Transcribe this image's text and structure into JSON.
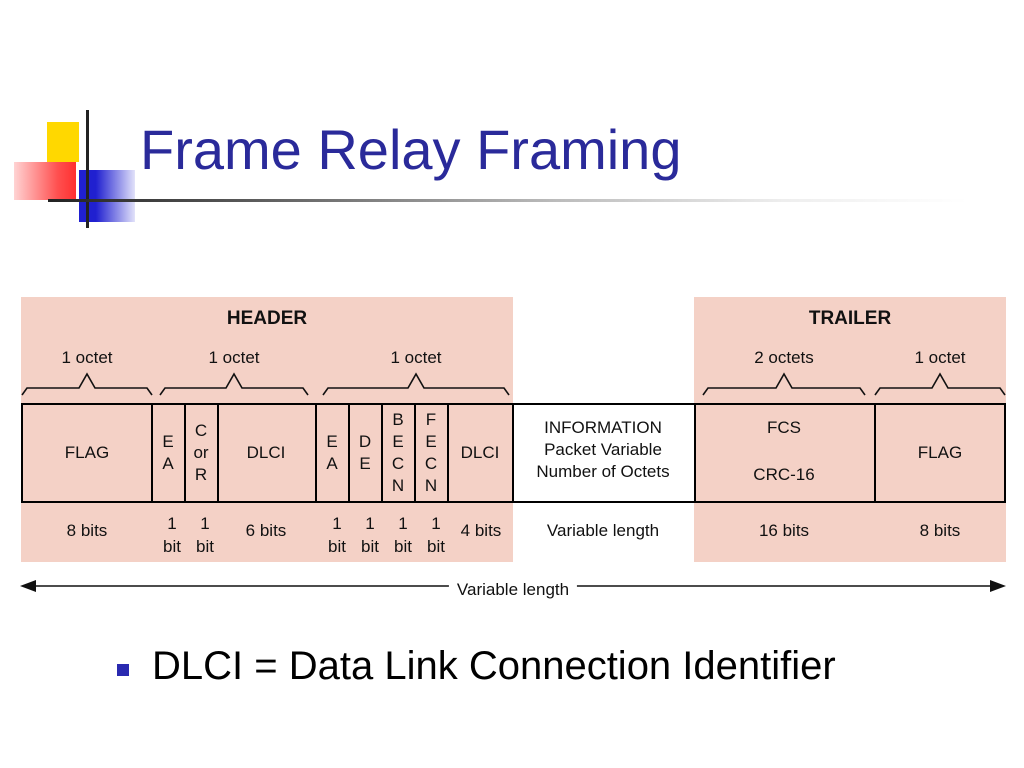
{
  "slide": {
    "title": "Frame Relay Framing",
    "bullet": "DLCI = Data Link Connection Identifier"
  },
  "diagram": {
    "header_label": "HEADER",
    "trailer_label": "TRAILER",
    "octets": [
      "1 octet",
      "1 octet",
      "1 octet",
      "2 octets",
      "1 octet"
    ],
    "fields": {
      "flag_start": "FLAG",
      "ea1": [
        "E",
        "A"
      ],
      "cr": [
        "C",
        "or",
        "R"
      ],
      "dlci1": "DLCI",
      "ea2": [
        "E",
        "A"
      ],
      "de": [
        "D",
        "E"
      ],
      "becn": [
        "B",
        "E",
        "C",
        "N"
      ],
      "fecn": [
        "F",
        "E",
        "C",
        "N"
      ],
      "dlci2": "DLCI",
      "info": [
        "INFORMATION",
        "Packet Variable",
        "Number of Octets"
      ],
      "fcs": "FCS",
      "crc": "CRC-16",
      "flag_end": "FLAG"
    },
    "bits": {
      "flag_start": "8 bits",
      "ea1": [
        "1",
        "bit"
      ],
      "cr": [
        "1",
        "bit"
      ],
      "dlci1": "6 bits",
      "ea2": [
        "1",
        "bit"
      ],
      "de": [
        "1",
        "bit"
      ],
      "becn": [
        "1",
        "bit"
      ],
      "fecn": [
        "1",
        "bit"
      ],
      "dlci2": "4 bits",
      "info": "Variable length",
      "fcs": "16 bits",
      "flag_end": "8 bits"
    },
    "overall_length": "Variable length"
  },
  "colors": {
    "title": "#2a2a9a",
    "band": "#f4d1c6",
    "bullet": "#2a2ab0"
  }
}
